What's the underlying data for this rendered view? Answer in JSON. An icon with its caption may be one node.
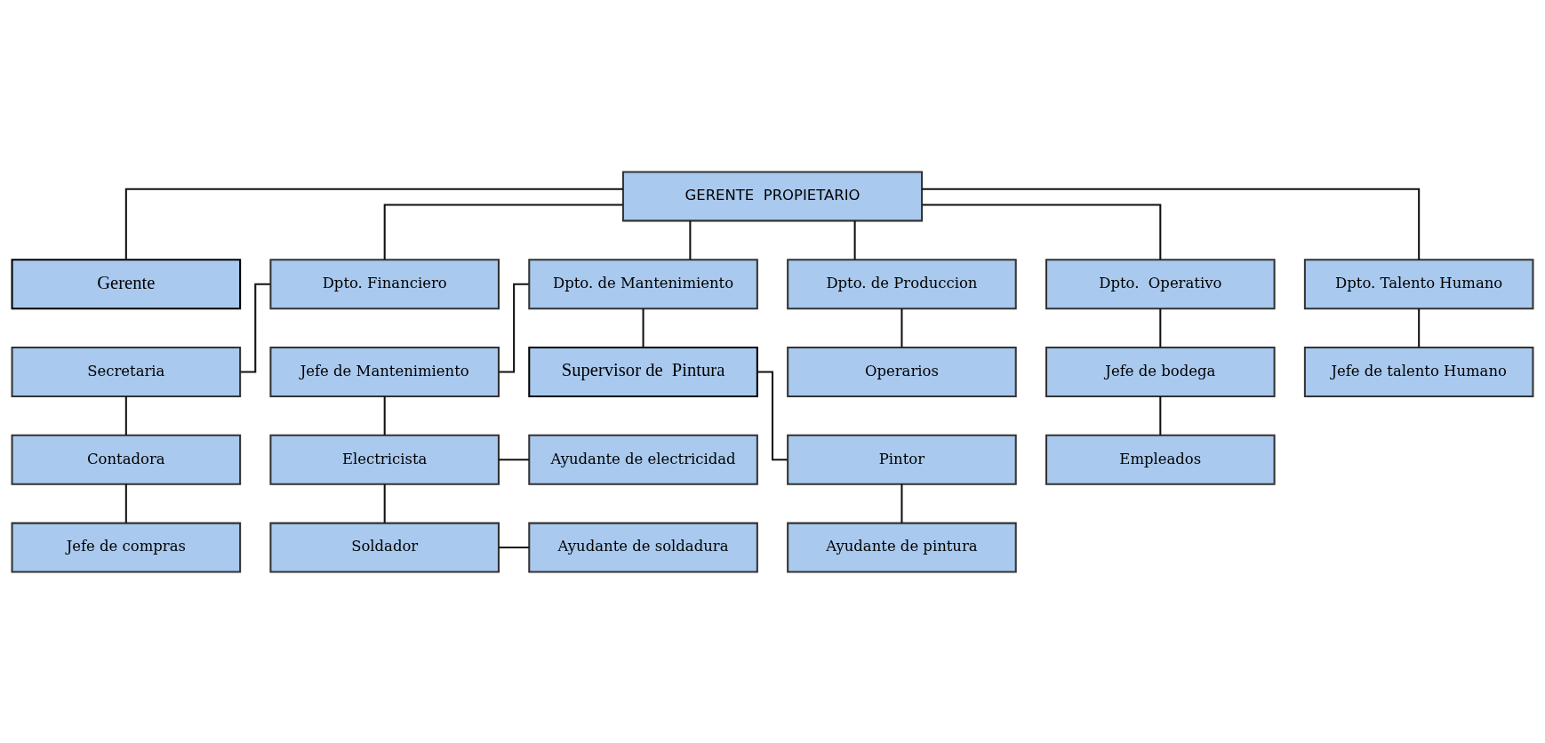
{
  "diagram": {
    "nodes": [
      {
        "text": [
          "GERENTE  PROPIETARIO"
        ]
      },
      {
        "text": [
          "Gerente"
        ]
      },
      {
        "text": [
          "Dpto. Financiero"
        ]
      },
      {
        "text": [
          "Dpto. de Mantenimiento"
        ]
      },
      {
        "text": [
          "Dpto. de Produccion"
        ]
      },
      {
        "text": [
          "Dpto.  Operativo"
        ]
      },
      {
        "text": [
          "Dpto. Talento Humano"
        ]
      },
      {
        "text": [
          "Secretaria"
        ]
      },
      {
        "text": [
          "Contadora"
        ]
      },
      {
        "text": [
          "Jefe de compras"
        ]
      },
      {
        "text": [
          "Jefe de Mantenimiento"
        ]
      },
      {
        "text": [
          "Supervisor de  Pintura"
        ]
      },
      {
        "text": [
          "Pintor"
        ]
      },
      {
        "text": [
          "Ayudante de pintura"
        ]
      },
      {
        "text": [
          "Electricista"
        ]
      },
      {
        "text": [
          "Soldador"
        ]
      },
      {
        "text": [
          "Ayudante de electricidad"
        ]
      },
      {
        "text": [
          "Ayudante de soldadura"
        ]
      },
      {
        "text": [
          "Operarios"
        ]
      },
      {
        "text": [
          "Jefe de bodega"
        ]
      },
      {
        "text": [
          "Empleados"
        ]
      },
      {
        "text": [
          "Jefe de talento Humano"
        ]
      }
    ],
    "edges": [
      {
        "from": 0,
        "to": 1,
        "arrow": "none"
      },
      {
        "from": 0,
        "to": 2,
        "arrow": "none"
      },
      {
        "from": 0,
        "to": 3,
        "arrow": "none"
      },
      {
        "from": 0,
        "to": 4,
        "arrow": "none"
      },
      {
        "from": 0,
        "to": 5,
        "arrow": "none"
      },
      {
        "from": 0,
        "to": 6,
        "arrow": "none"
      },
      {
        "from": 2,
        "to": 7,
        "arrow": "none"
      },
      {
        "from": 7,
        "to": 8,
        "arrow": "none"
      },
      {
        "from": 8,
        "to": 9,
        "arrow": "none"
      },
      {
        "from": 3,
        "to": 10,
        "arrow": "none"
      },
      {
        "from": 3,
        "to": 11,
        "arrow": "none"
      },
      {
        "from": 11,
        "to": 12,
        "arrow": "none"
      },
      {
        "from": 12,
        "to": 13,
        "arrow": "none"
      },
      {
        "from": 10,
        "to": 14,
        "arrow": "none"
      },
      {
        "from": 14,
        "to": 15,
        "arrow": "none"
      },
      {
        "from": 14,
        "to": 16,
        "arrow": "none"
      },
      {
        "from": 15,
        "to": 17,
        "arrow": "none"
      },
      {
        "from": 4,
        "to": 18,
        "arrow": "none"
      },
      {
        "from": 5,
        "to": 19,
        "arrow": "none"
      },
      {
        "from": 19,
        "to": 20,
        "arrow": "none"
      },
      {
        "from": 6,
        "to": 21,
        "arrow": "none"
      }
    ]
  }
}
